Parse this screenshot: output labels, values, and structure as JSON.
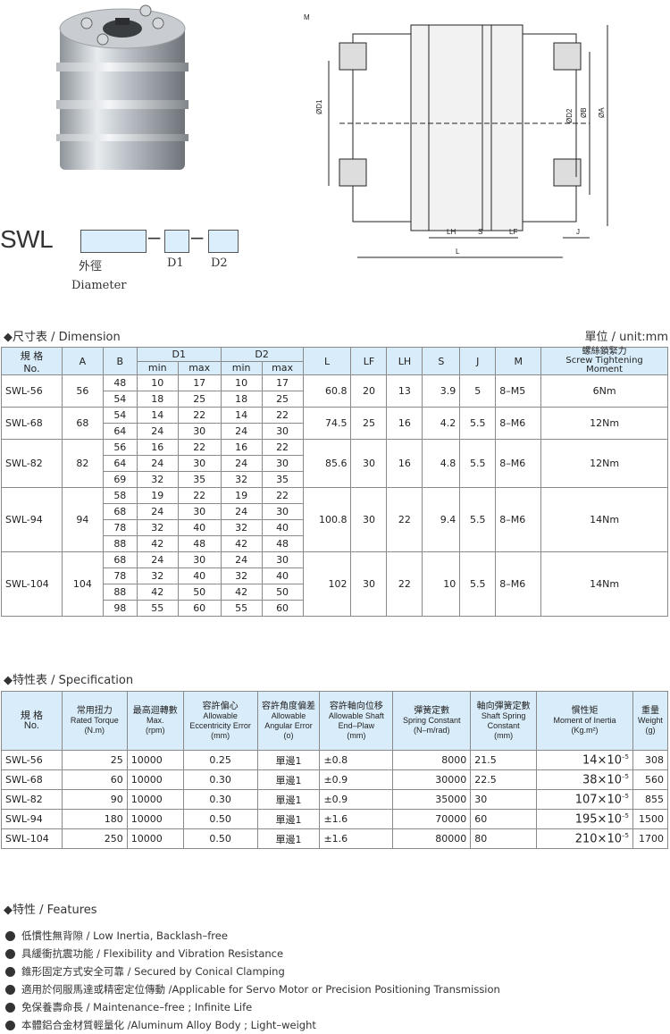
{
  "drawing": {
    "label_m": "M",
    "label_d1": "ØD1",
    "label_d2": "ØD2",
    "label_b": "ØB",
    "label_a": "ØA",
    "label_lh": "LH",
    "label_s": "S",
    "label_lf": "LF",
    "label_j": "J",
    "label_l": "L"
  },
  "model_code": {
    "prefix": "SWL",
    "dash": "–",
    "label_diameter_cn": "外徑",
    "label_diameter_en": "Diameter",
    "label_d1": "D1",
    "label_d2": "D2"
  },
  "dimension_section": {
    "title": "◆尺寸表 / Dimension",
    "unit": "單位 / unit:mm"
  },
  "dimension_table": {
    "headers": {
      "no_cn": "規 格",
      "no_en": "No.",
      "a": "A",
      "b": "B",
      "d1": "D1",
      "d2": "D2",
      "min": "min",
      "max": "max",
      "l": "L",
      "lf": "LF",
      "lh": "LH",
      "s": "S",
      "j": "J",
      "m": "M",
      "moment_cn": "螺絲鎖緊力",
      "moment_en1": "Screw Tightening",
      "moment_en2": "Moment"
    },
    "groups": [
      {
        "no": "SWL-56",
        "a": "56",
        "l": "60.8",
        "lf": "20",
        "lh": "13",
        "s": "3.9",
        "j": "5",
        "m": "8–M5",
        "moment": "6Nm",
        "rows": [
          [
            "48",
            "10",
            "17",
            "10",
            "17"
          ],
          [
            "54",
            "18",
            "25",
            "18",
            "25"
          ]
        ]
      },
      {
        "no": "SWL-68",
        "a": "68",
        "l": "74.5",
        "lf": "25",
        "lh": "16",
        "s": "4.2",
        "j": "5.5",
        "m": "8–M6",
        "moment": "12Nm",
        "rows": [
          [
            "54",
            "14",
            "22",
            "14",
            "22"
          ],
          [
            "64",
            "24",
            "30",
            "24",
            "30"
          ]
        ]
      },
      {
        "no": "SWL-82",
        "a": "82",
        "l": "85.6",
        "lf": "30",
        "lh": "16",
        "s": "4.8",
        "j": "5.5",
        "m": "8–M6",
        "moment": "12Nm",
        "rows": [
          [
            "56",
            "16",
            "22",
            "16",
            "22"
          ],
          [
            "64",
            "24",
            "30",
            "24",
            "30"
          ],
          [
            "69",
            "32",
            "35",
            "32",
            "35"
          ]
        ]
      },
      {
        "no": "SWL-94",
        "a": "94",
        "l": "100.8",
        "lf": "30",
        "lh": "22",
        "s": "9.4",
        "j": "5.5",
        "m": "8–M6",
        "moment": "14Nm",
        "rows": [
          [
            "58",
            "19",
            "22",
            "19",
            "22"
          ],
          [
            "68",
            "24",
            "30",
            "24",
            "30"
          ],
          [
            "78",
            "32",
            "40",
            "32",
            "40"
          ],
          [
            "88",
            "42",
            "48",
            "42",
            "48"
          ]
        ]
      },
      {
        "no": "SWL-104",
        "a": "104",
        "l": "102",
        "lf": "30",
        "lh": "22",
        "s": "10",
        "j": "5.5",
        "m": "8–M6",
        "moment": "14Nm",
        "rows": [
          [
            "68",
            "24",
            "30",
            "24",
            "30"
          ],
          [
            "78",
            "32",
            "40",
            "32",
            "40"
          ],
          [
            "88",
            "42",
            "50",
            "42",
            "50"
          ],
          [
            "98",
            "55",
            "60",
            "55",
            "60"
          ]
        ]
      }
    ]
  },
  "spec_section": {
    "title": "◆特性表 / Specification"
  },
  "spec_table": {
    "headers": [
      [
        "規 格",
        "No."
      ],
      [
        "常用扭力",
        "Rated Torque",
        "(N.m)"
      ],
      [
        "最高迴轉數",
        "Max.",
        "(rpm)"
      ],
      [
        "容許偏心",
        "Allowable",
        "Eccentricity Error",
        "(mm)"
      ],
      [
        "容許角度偏差",
        "Allowable",
        "Angular Error",
        "(o)"
      ],
      [
        "容許軸向位移",
        "Allowable Shaft",
        "End–Plaw",
        "(mm)"
      ],
      [
        "彈簧定數",
        "Spring Constant",
        "(N–m/rad)"
      ],
      [
        "軸向彈簧定數",
        "Shaft Spring",
        "Constant",
        "(mm)"
      ],
      [
        "慣性矩",
        "Moment of Inertia",
        "(Kg.m²)"
      ],
      [
        "重量",
        "Weight",
        "(g)"
      ]
    ],
    "rows": [
      {
        "no": "SWL-56",
        "torque": "25",
        "rpm": "10000",
        "ecc": "0.25",
        "ang": "單邊1",
        "end": "±0.8",
        "spring": "8000",
        "shaft": "21.5",
        "inertia": "14×10",
        "exp": "–5",
        "weight": "308"
      },
      {
        "no": "SWL-68",
        "torque": "60",
        "rpm": "10000",
        "ecc": "0.30",
        "ang": "單邊1",
        "end": "±0.9",
        "spring": "30000",
        "shaft": "22.5",
        "inertia": "38×10",
        "exp": "–5",
        "weight": "560"
      },
      {
        "no": "SWL-82",
        "torque": "90",
        "rpm": "10000",
        "ecc": "0.30",
        "ang": "單邊1",
        "end": "±0.9",
        "spring": "35000",
        "shaft": "30",
        "inertia": "107×10",
        "exp": "–5",
        "weight": "855"
      },
      {
        "no": "SWL-94",
        "torque": "180",
        "rpm": "10000",
        "ecc": "0.50",
        "ang": "單邊1",
        "end": "±1.6",
        "spring": "70000",
        "shaft": "60",
        "inertia": "195×10",
        "exp": "–5",
        "weight": "1500"
      },
      {
        "no": "SWL-104",
        "torque": "250",
        "rpm": "10000",
        "ecc": "0.50",
        "ang": "單邊1",
        "end": "±1.6",
        "spring": "80000",
        "shaft": "80",
        "inertia": "210×10",
        "exp": "–5",
        "weight": "1700"
      }
    ]
  },
  "features_section": {
    "title": "◆特性 / Features",
    "items": [
      "低慣性無背隙 / Low Inertia, Backlash–free",
      "具緩衝抗震功能 / Flexibility and Vibration Resistance",
      "錐形固定方式安全可靠 / Secured by Conical Clamping",
      "適用於伺服馬達或精密定位傳動 /Applicable for Servo Motor or Precision Positioning  Transmission",
      "免保養壽命長 / Maintenance–free ; Infinite Life",
      "本體鋁合金材質輕量化 /Aluminum Alloy Body ; Light–weight"
    ]
  }
}
